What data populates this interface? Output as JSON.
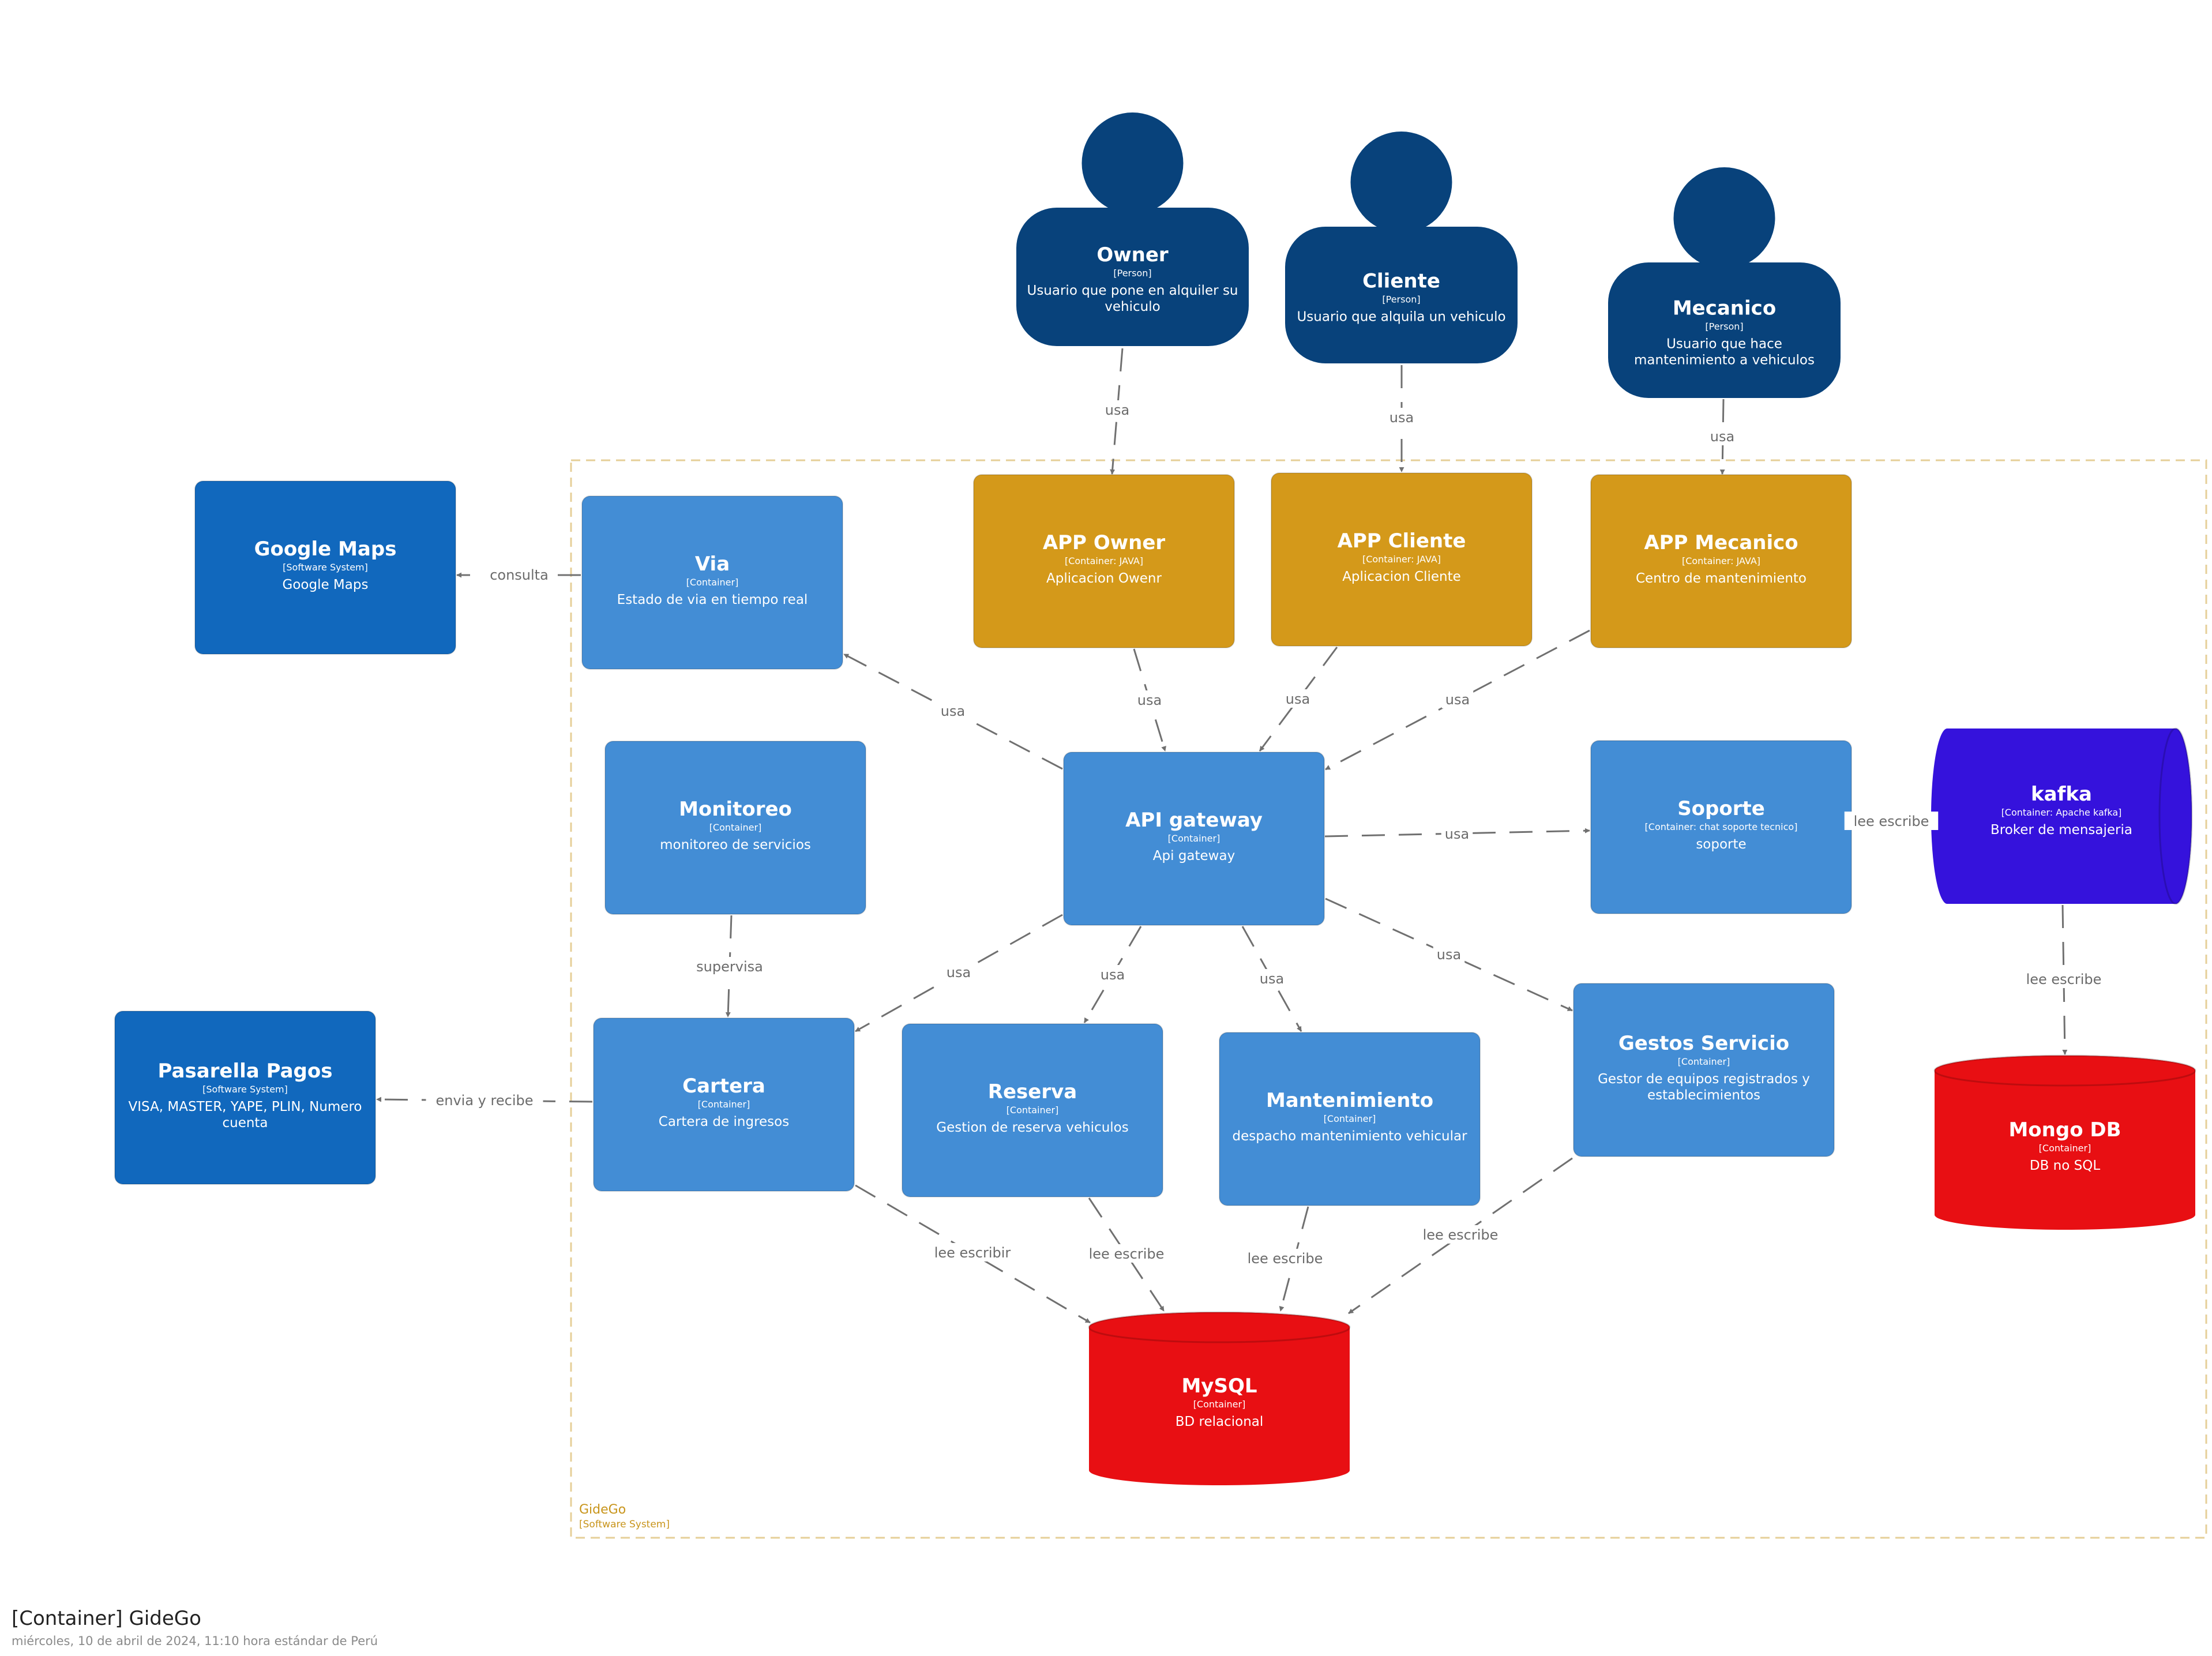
{
  "colors": {
    "person": "#08427b",
    "container": "#438dd5",
    "app": "#d4991a",
    "external": "#1168bd",
    "database": "#e80f13",
    "kafka": "#3512dc",
    "edge": "#707070",
    "boundary": "#e6cf98",
    "boundary_text": "#c8941a"
  },
  "boundary": {
    "name": "GideGo",
    "type": "[Software System]"
  },
  "nodes": [
    {
      "id": "owner",
      "kind": "person",
      "name": "Owner",
      "type": "[Person]",
      "desc": [
        "Usuario que pone en alquiler su",
        "vehiculo"
      ]
    },
    {
      "id": "cliente",
      "kind": "person",
      "name": "Cliente",
      "type": "[Person]",
      "desc": [
        "Usuario que alquila un vehiculo"
      ]
    },
    {
      "id": "mecanico",
      "kind": "person",
      "name": "Mecanico",
      "type": "[Person]",
      "desc": [
        "Usuario que hace",
        "mantenimiento a vehiculos"
      ]
    },
    {
      "id": "google_maps",
      "kind": "external",
      "name": "Google Maps",
      "type": "[Software System]",
      "desc": [
        "Google Maps"
      ]
    },
    {
      "id": "via",
      "kind": "container",
      "name": "Via",
      "type": "[Container]",
      "desc": [
        "Estado de via en tiempo real"
      ]
    },
    {
      "id": "app_owner",
      "kind": "app",
      "name": "APP Owner",
      "type": "[Container: JAVA]",
      "desc": [
        "Aplicacion Owenr"
      ]
    },
    {
      "id": "app_cliente",
      "kind": "app",
      "name": "APP Cliente",
      "type": "[Container: JAVA]",
      "desc": [
        "Aplicacion Cliente"
      ]
    },
    {
      "id": "app_mecanico",
      "kind": "app",
      "name": "APP Mecanico",
      "type": "[Container: JAVA]",
      "desc": [
        "Centro de mantenimiento"
      ]
    },
    {
      "id": "monitoreo",
      "kind": "container",
      "name": "Monitoreo",
      "type": "[Container]",
      "desc": [
        "monitoreo de servicios"
      ]
    },
    {
      "id": "api_gateway",
      "kind": "container",
      "name": "API gateway",
      "type": "[Container]",
      "desc": [
        "Api gateway"
      ]
    },
    {
      "id": "soporte",
      "kind": "container",
      "name": "Soporte",
      "type": "[Container: chat soporte tecnico]",
      "desc": [
        "soporte"
      ]
    },
    {
      "id": "kafka",
      "kind": "kafka",
      "name": "kafka",
      "type": "[Container: Apache kafka]",
      "desc": [
        "Broker de mensajeria"
      ]
    },
    {
      "id": "pasarella",
      "kind": "external",
      "name": "Pasarella Pagos",
      "type": "[Software System]",
      "desc": [
        "VISA, MASTER, YAPE, PLIN, Numero",
        "cuenta"
      ]
    },
    {
      "id": "cartera",
      "kind": "container",
      "name": "Cartera",
      "type": "[Container]",
      "desc": [
        "Cartera de ingresos"
      ]
    },
    {
      "id": "reserva",
      "kind": "container",
      "name": "Reserva",
      "type": "[Container]",
      "desc": [
        "Gestion de reserva vehiculos"
      ]
    },
    {
      "id": "mantenimiento",
      "kind": "container",
      "name": "Mantenimiento",
      "type": "[Container]",
      "desc": [
        "despacho mantenimiento vehicular"
      ]
    },
    {
      "id": "gestos",
      "kind": "container",
      "name": "Gestos Servicio",
      "type": "[Container]",
      "desc": [
        "Gestor de equipos registrados y",
        "establecimientos"
      ]
    },
    {
      "id": "mongodb",
      "kind": "database",
      "name": "Mongo DB",
      "type": "[Container]",
      "desc": [
        "DB no SQL"
      ]
    },
    {
      "id": "mysql",
      "kind": "database",
      "name": "MySQL",
      "type": "[Container]",
      "desc": [
        "BD relacional"
      ]
    }
  ],
  "edges": [
    {
      "id": "owner-appowner",
      "label": "usa"
    },
    {
      "id": "cliente-appcliente",
      "label": "usa"
    },
    {
      "id": "mecanico-appmecanico",
      "label": "usa"
    },
    {
      "id": "via-googlemaps",
      "label": "consulta"
    },
    {
      "id": "api-via",
      "label": "usa"
    },
    {
      "id": "appowner-api",
      "label": "usa"
    },
    {
      "id": "appcliente-api",
      "label": "usa"
    },
    {
      "id": "appmecanico-api",
      "label": "usa"
    },
    {
      "id": "api-soporte",
      "label": "usa"
    },
    {
      "id": "soporte-kafka",
      "label": "lee escribe"
    },
    {
      "id": "kafka-mongodb",
      "label": "lee escribe"
    },
    {
      "id": "monitoreo-cartera",
      "label": "supervisa"
    },
    {
      "id": "api-cartera",
      "label": "usa"
    },
    {
      "id": "api-reserva",
      "label": "usa"
    },
    {
      "id": "api-mantenimiento",
      "label": "usa"
    },
    {
      "id": "api-gestos",
      "label": "usa"
    },
    {
      "id": "cartera-pasarella",
      "label": "envia y recibe"
    },
    {
      "id": "cartera-mysql",
      "label": "lee escribir"
    },
    {
      "id": "reserva-mysql",
      "label": "lee escribe"
    },
    {
      "id": "mantenimiento-mysql",
      "label": "lee escribe"
    },
    {
      "id": "gestos-mysql",
      "label": "lee escribe"
    }
  ],
  "footer": {
    "title": "[Container] GideGo",
    "subtitle": "miércoles, 10 de abril de 2024, 11:10 hora estándar de Perú"
  }
}
